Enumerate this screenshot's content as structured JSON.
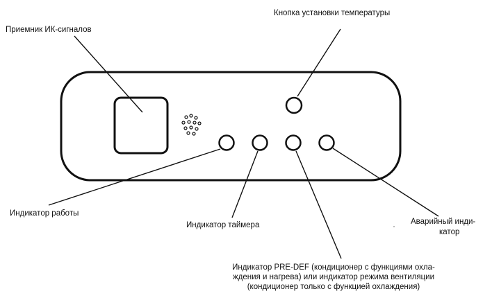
{
  "labels": {
    "ir_receiver": "Приемник ИК-сигналов",
    "temp_button": "Кнопка установки температуры",
    "power_indicator": "Индикатор работы",
    "timer_indicator": "Индикатор таймера",
    "alarm_indicator_line1": "Аварийный инди-",
    "alarm_indicator_line2": "катор",
    "predef_line1": "Индикатор PRE-DEF (кондиционер с функциями охла-",
    "predef_line2": "ждения и нагрева) или индикатор режима вентиляции",
    "predef_line3": "(кондиционер только с функцией охлаждения)"
  },
  "colors": {
    "stroke": "#111111",
    "background": "#ffffff"
  }
}
